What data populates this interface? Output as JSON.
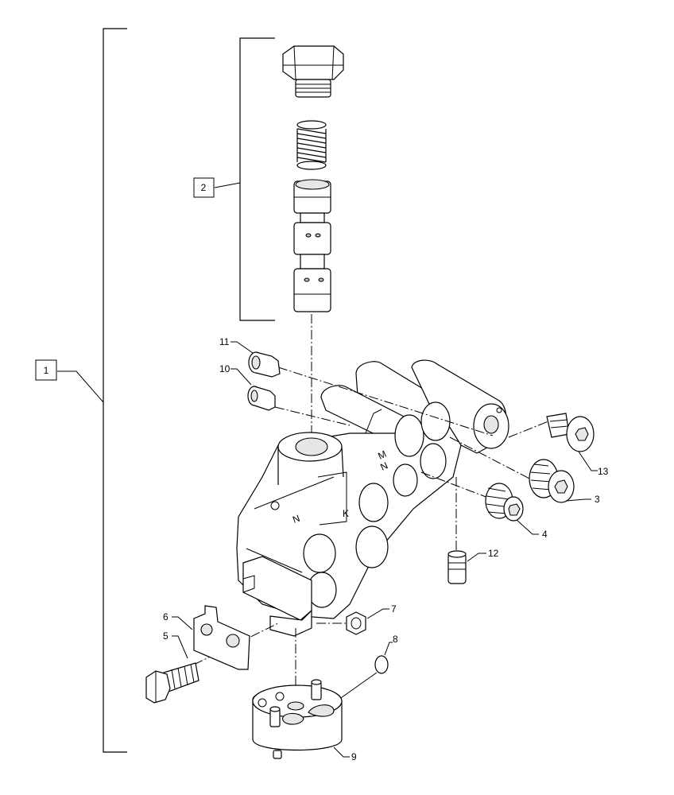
{
  "callouts": {
    "c1": "1",
    "c2": "2",
    "c3": "3",
    "c4": "4",
    "c5": "5",
    "c6": "6",
    "c7": "7",
    "c8": "8",
    "c9": "9",
    "c10": "10",
    "c11": "11",
    "c12": "12",
    "c13": "13"
  },
  "body_markings": {
    "m1": "M",
    "m2": "N",
    "m3": "N",
    "m4": "K"
  }
}
